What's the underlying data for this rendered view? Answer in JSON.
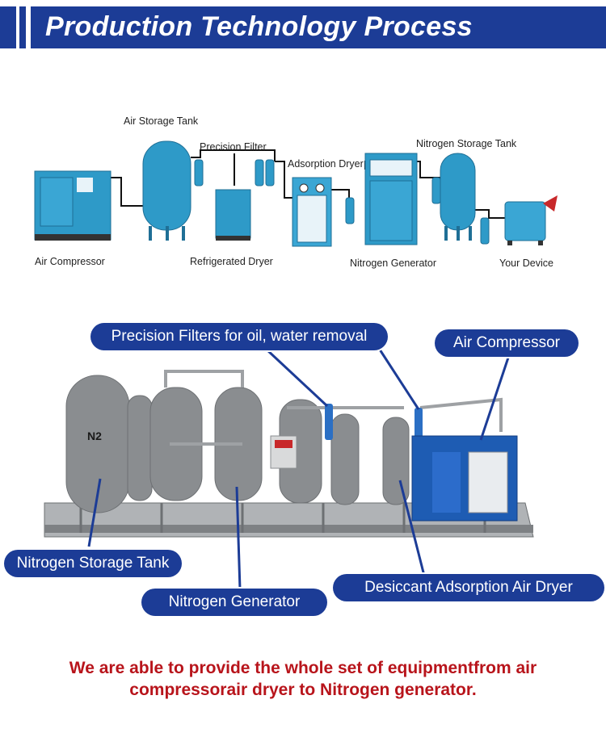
{
  "header": {
    "title": "Production Technology Process"
  },
  "process": {
    "labels": {
      "air_storage_tank": "Air Storage Tank",
      "precision_filter": "Precision Filter",
      "adsorption_dryer": "Adsorption Dryer",
      "nitrogen_storage_tank": "Nitrogen Storage Tank",
      "air_compressor": "Air Compressor",
      "refrigerated_dryer": "Refrigerated Dryer",
      "nitrogen_generator": "Nitrogen Generator",
      "your_device": "Your Device"
    },
    "colors": {
      "equipment": "#2e9ac8",
      "equipment_dark": "#1f6f96",
      "base": "#333333"
    }
  },
  "photo": {
    "callouts": {
      "precision_filters": "Precision Filters for oil, water removal",
      "air_compressor": "Air Compressor",
      "nitrogen_storage_tank": "Nitrogen Storage Tank",
      "nitrogen_generator": "Nitrogen Generator",
      "desiccant_dryer": "Desiccant Adsorption Air Dryer"
    },
    "tank_marking": "N2",
    "colors": {
      "tank": "#8a8d90",
      "compressor": "#1e5cb3",
      "callout_bg": "#1c3c96"
    }
  },
  "footer": {
    "line1": "We are able to provide the whole set of equipmentfrom air",
    "line2": "compressorair dryer to Nitrogen generator."
  }
}
